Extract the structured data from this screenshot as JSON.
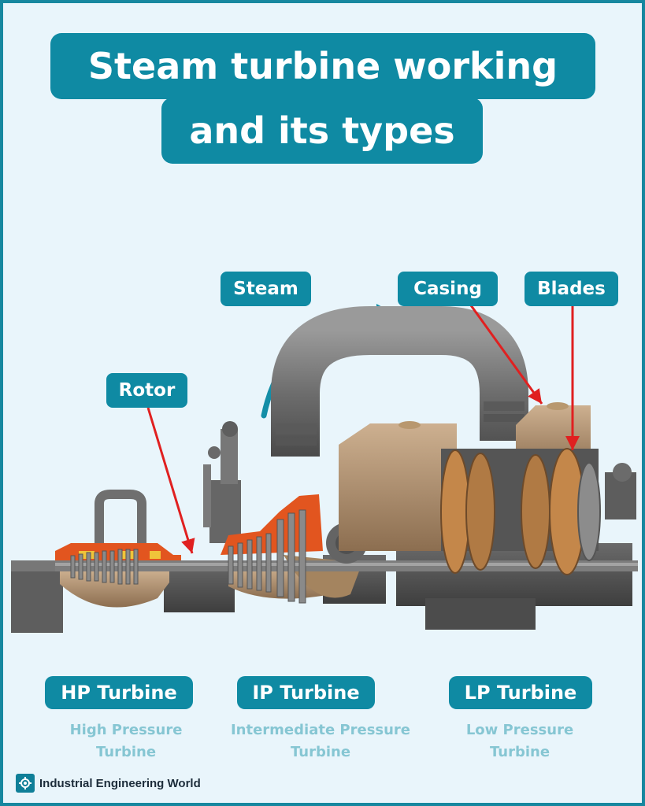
{
  "title": {
    "line1": "Steam turbine working",
    "line2": "and its types"
  },
  "labels": {
    "steam": "Steam",
    "casing": "Casing",
    "blades": "Blades",
    "rotor": "Rotor"
  },
  "turbine_types": [
    {
      "name": "HP Turbine",
      "line1": "High Pressure",
      "line2": "Turbine"
    },
    {
      "name": "IP Turbine",
      "line1": "Intermediate Pressure",
      "line2": "Turbine"
    },
    {
      "name": "LP Turbine",
      "line1": "Low Pressure",
      "line2": "Turbine"
    }
  ],
  "brand": {
    "name": "Industrial Engineering World",
    "icon": "gear-logo-icon"
  },
  "colors": {
    "accent": "#0f8aa3",
    "background": "#e9f5fb",
    "pointer": "#e02020",
    "subtitle": "#86c6d3"
  }
}
